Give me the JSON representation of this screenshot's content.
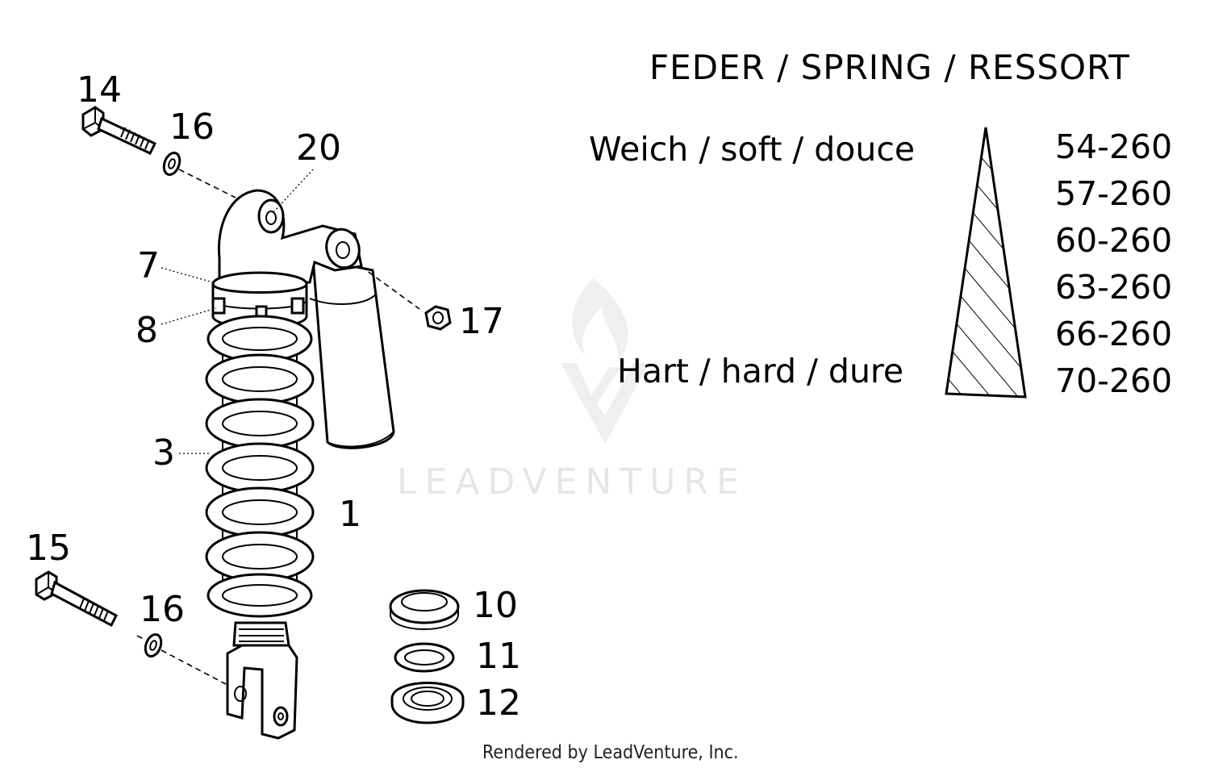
{
  "spring_table": {
    "title": "FEDER / SPRING / RESSORT",
    "soft_label": "Weich / soft / douce",
    "hard_label": "Hart / hard / dure",
    "rates": [
      "54-260",
      "57-260",
      "60-260",
      "63-260",
      "66-260",
      "70-260"
    ]
  },
  "callouts": {
    "p14": "14",
    "p16a": "16",
    "p20": "20",
    "p7": "7",
    "p8": "8",
    "p17": "17",
    "p3": "3",
    "p1": "1",
    "p15": "15",
    "p16b": "16",
    "p10": "10",
    "p11": "11",
    "p12": "12"
  },
  "watermark": "LEADVENTURE",
  "footer": "Rendered by LeadVenture, Inc."
}
